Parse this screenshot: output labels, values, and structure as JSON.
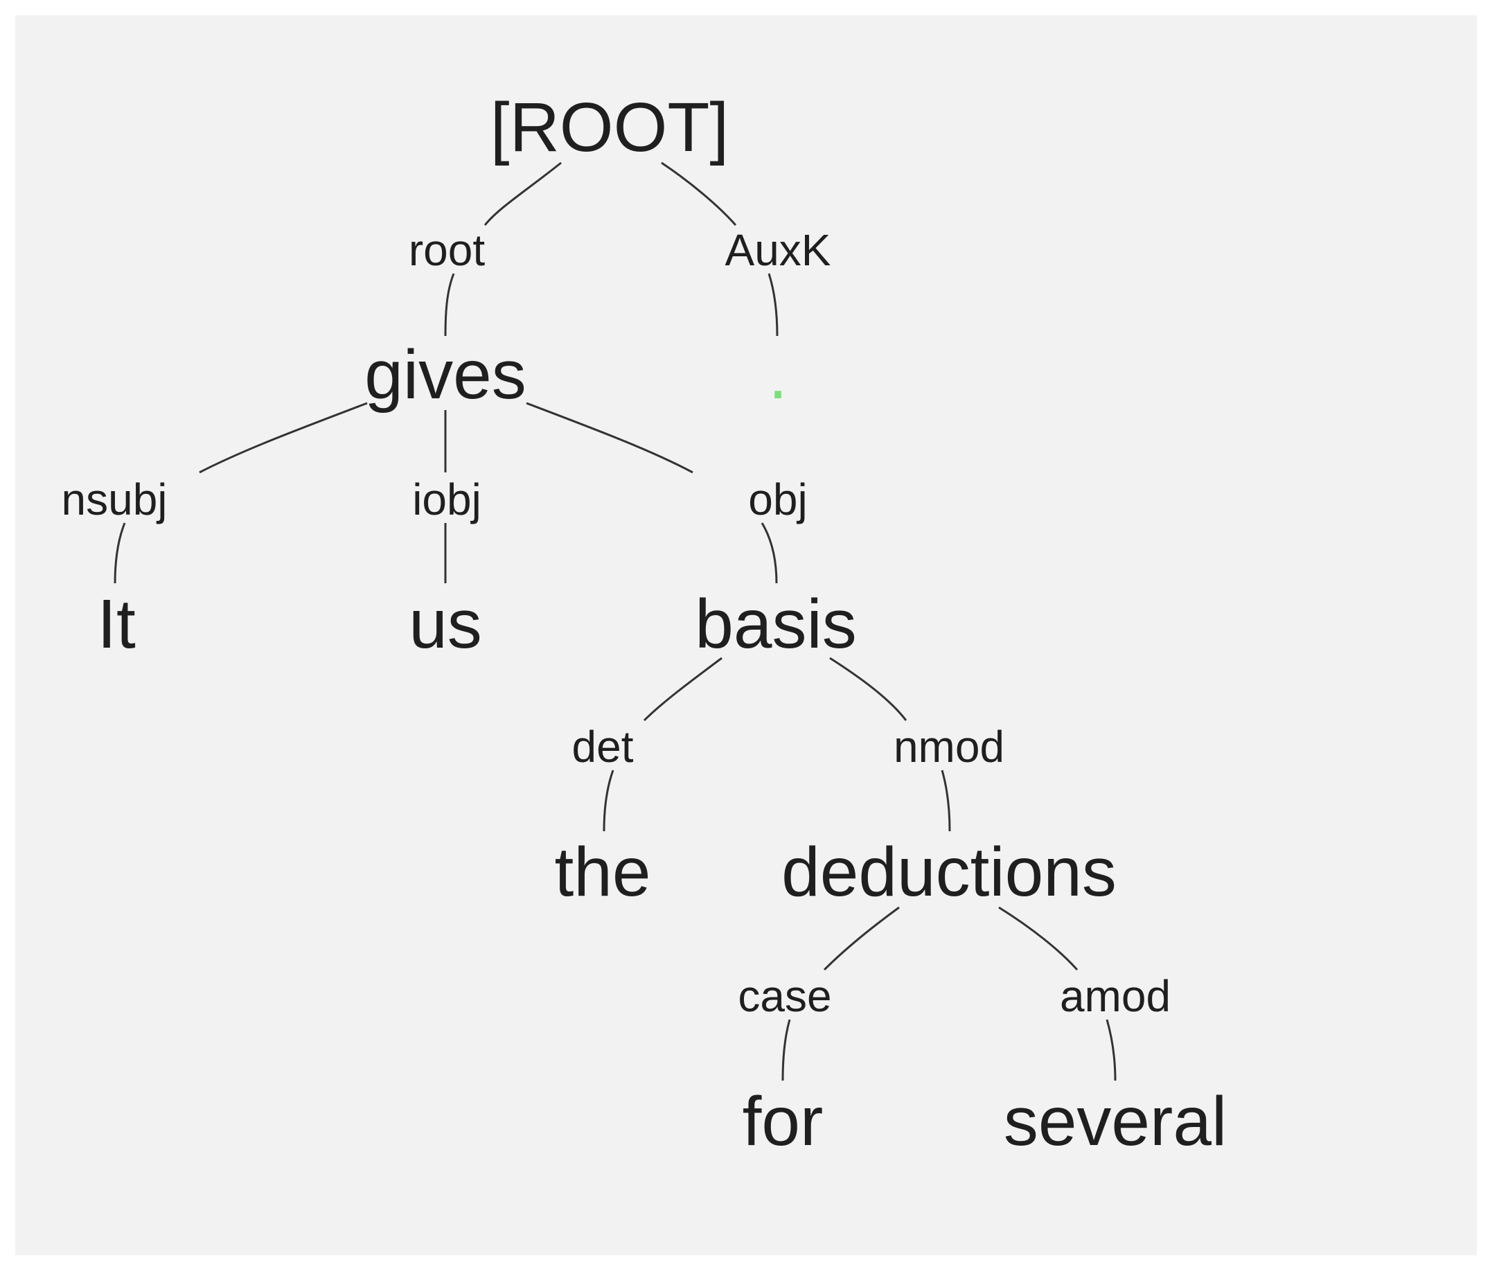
{
  "diagram": {
    "colors": {
      "background": "#f2f2f2",
      "text": "#1f1f1f",
      "edge": "#333333",
      "punct": "#7be07b"
    },
    "nodes": [
      {
        "id": "root",
        "label": "[ROOT]"
      },
      {
        "id": "gives",
        "label": "gives"
      },
      {
        "id": "period",
        "label": ".",
        "color": "#7be07b"
      },
      {
        "id": "it",
        "label": "It"
      },
      {
        "id": "us",
        "label": "us"
      },
      {
        "id": "basis",
        "label": "basis"
      },
      {
        "id": "the",
        "label": "the"
      },
      {
        "id": "deductions",
        "label": "deductions"
      },
      {
        "id": "for",
        "label": "for"
      },
      {
        "id": "several",
        "label": "several"
      }
    ],
    "edges": [
      {
        "id": "e-root",
        "from": "root",
        "to": "gives",
        "label": "root"
      },
      {
        "id": "e-auxk",
        "from": "root",
        "to": "period",
        "label": "AuxK"
      },
      {
        "id": "e-nsubj",
        "from": "gives",
        "to": "it",
        "label": "nsubj"
      },
      {
        "id": "e-iobj",
        "from": "gives",
        "to": "us",
        "label": "iobj"
      },
      {
        "id": "e-obj",
        "from": "gives",
        "to": "basis",
        "label": "obj"
      },
      {
        "id": "e-det",
        "from": "basis",
        "to": "the",
        "label": "det"
      },
      {
        "id": "e-nmod",
        "from": "basis",
        "to": "deductions",
        "label": "nmod"
      },
      {
        "id": "e-case",
        "from": "deductions",
        "to": "for",
        "label": "case"
      },
      {
        "id": "e-amod",
        "from": "deductions",
        "to": "several",
        "label": "amod"
      }
    ]
  }
}
